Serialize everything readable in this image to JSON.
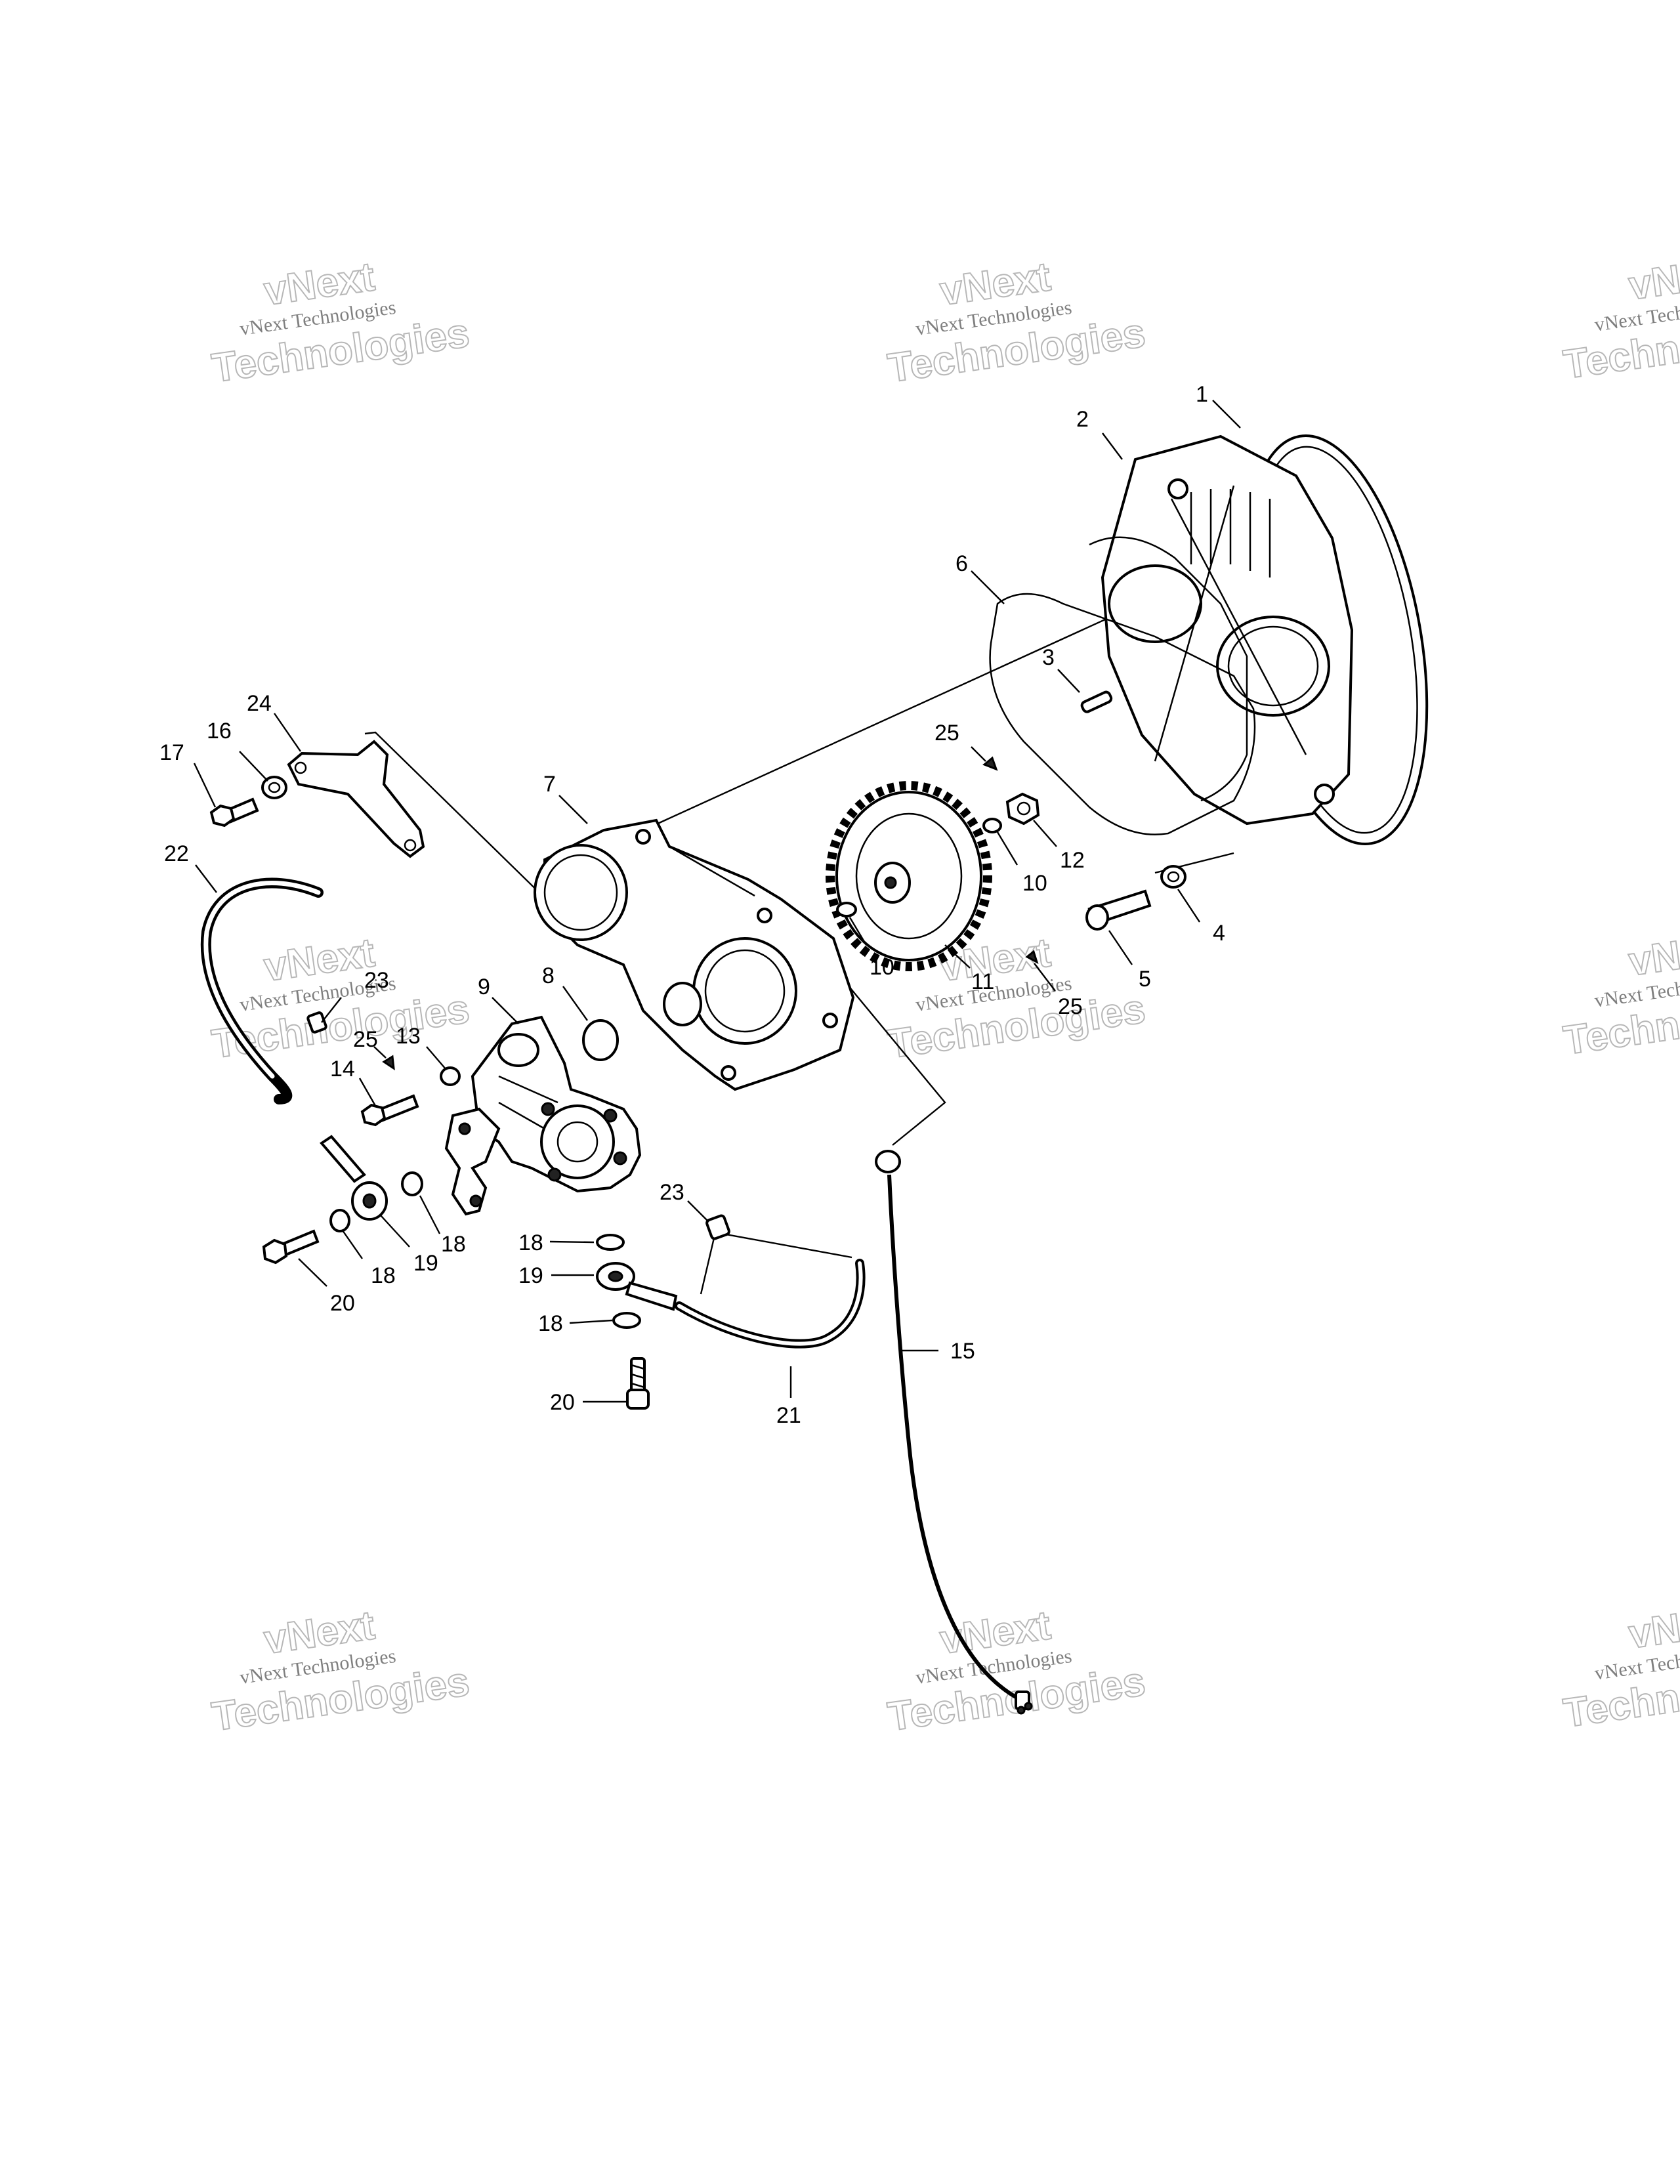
{
  "watermark": {
    "line1": "vNext",
    "line2": "vNext Technologies",
    "line3": "Technologies"
  },
  "callouts": {
    "c1": "1",
    "c2": "2",
    "c3": "3",
    "c4": "4",
    "c5": "5",
    "c6": "6",
    "c7": "7",
    "c8": "8",
    "c9": "9",
    "c10a": "10",
    "c10b": "10",
    "c11": "11",
    "c12": "12",
    "c13": "13",
    "c14": "14",
    "c15": "15",
    "c16": "16",
    "c17": "17",
    "c18a": "18",
    "c18b": "18",
    "c18c": "18",
    "c18d": "18",
    "c19a": "19",
    "c19b": "19",
    "c20a": "20",
    "c20b": "20",
    "c21": "21",
    "c22": "22",
    "c23a": "23",
    "c23b": "23",
    "c24": "24",
    "c25a": "25",
    "c25b": "25",
    "c25c": "25"
  }
}
